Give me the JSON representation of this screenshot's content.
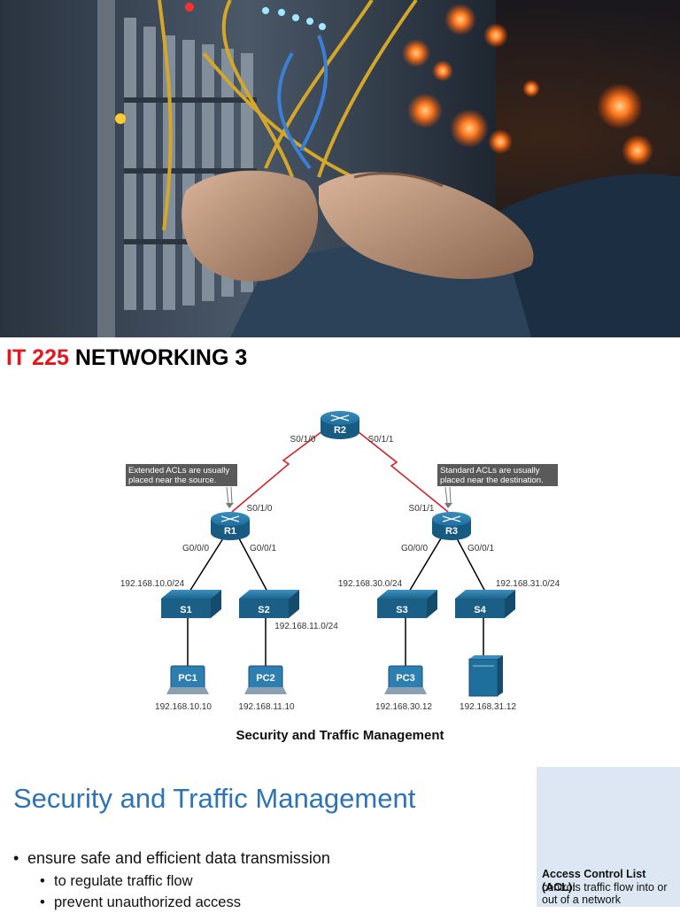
{
  "hero": {
    "image": "technician-hands-patching-fiber-cables-in-network-rack"
  },
  "course": {
    "code": "IT 225",
    "name": "NETWORKING 3"
  },
  "diagram": {
    "routers": {
      "r2": "R2",
      "r1": "R1",
      "r3": "R3"
    },
    "switches": {
      "s1": "S1",
      "s2": "S2",
      "s3": "S3",
      "s4": "S4"
    },
    "pcs": {
      "pc1": "PC1",
      "pc2": "PC2",
      "pc3": "PC3"
    },
    "interfaces": {
      "r2_left": "S0/1/0",
      "r2_right": "S0/1/1",
      "r1_serial": "S0/1/0",
      "r3_serial": "S0/1/1",
      "r1_g0": "G0/0/0",
      "r1_g1": "G0/0/1",
      "r3_g0": "G0/0/0",
      "r3_g1": "G0/0/1"
    },
    "networks": {
      "net10": "192.168.10.0/24",
      "net11": "192.168.11.0/24",
      "net30": "192.168.30.0/24",
      "net31": "192.168.31.0/24"
    },
    "hosts": {
      "pc1": "192.168.10.10",
      "pc2": "192.168.11.10",
      "pc3": "192.168.30.12",
      "server": "192.168.31.12"
    },
    "callouts": {
      "extended_line1": "Extended ACLs are usually",
      "extended_line2": "placed near the source.",
      "standard_line1": "Standard ACLs are usually",
      "standard_line2": "placed near the destination."
    },
    "caption": "Security and Traffic Management",
    "colors": {
      "serial_link": "#d2232a",
      "device": "#1f6f9c",
      "callout_bg": "#5a5a5a"
    }
  },
  "section": {
    "title": "Security and Traffic Management",
    "bullets": [
      {
        "text": "ensure safe and efficient data transmission",
        "sub": [
          "to regulate traffic flow",
          "prevent unauthorized access"
        ]
      }
    ]
  },
  "sidenote": {
    "title": "Access Control List (ACL):",
    "body": "controls traffic flow into or out of a network"
  }
}
